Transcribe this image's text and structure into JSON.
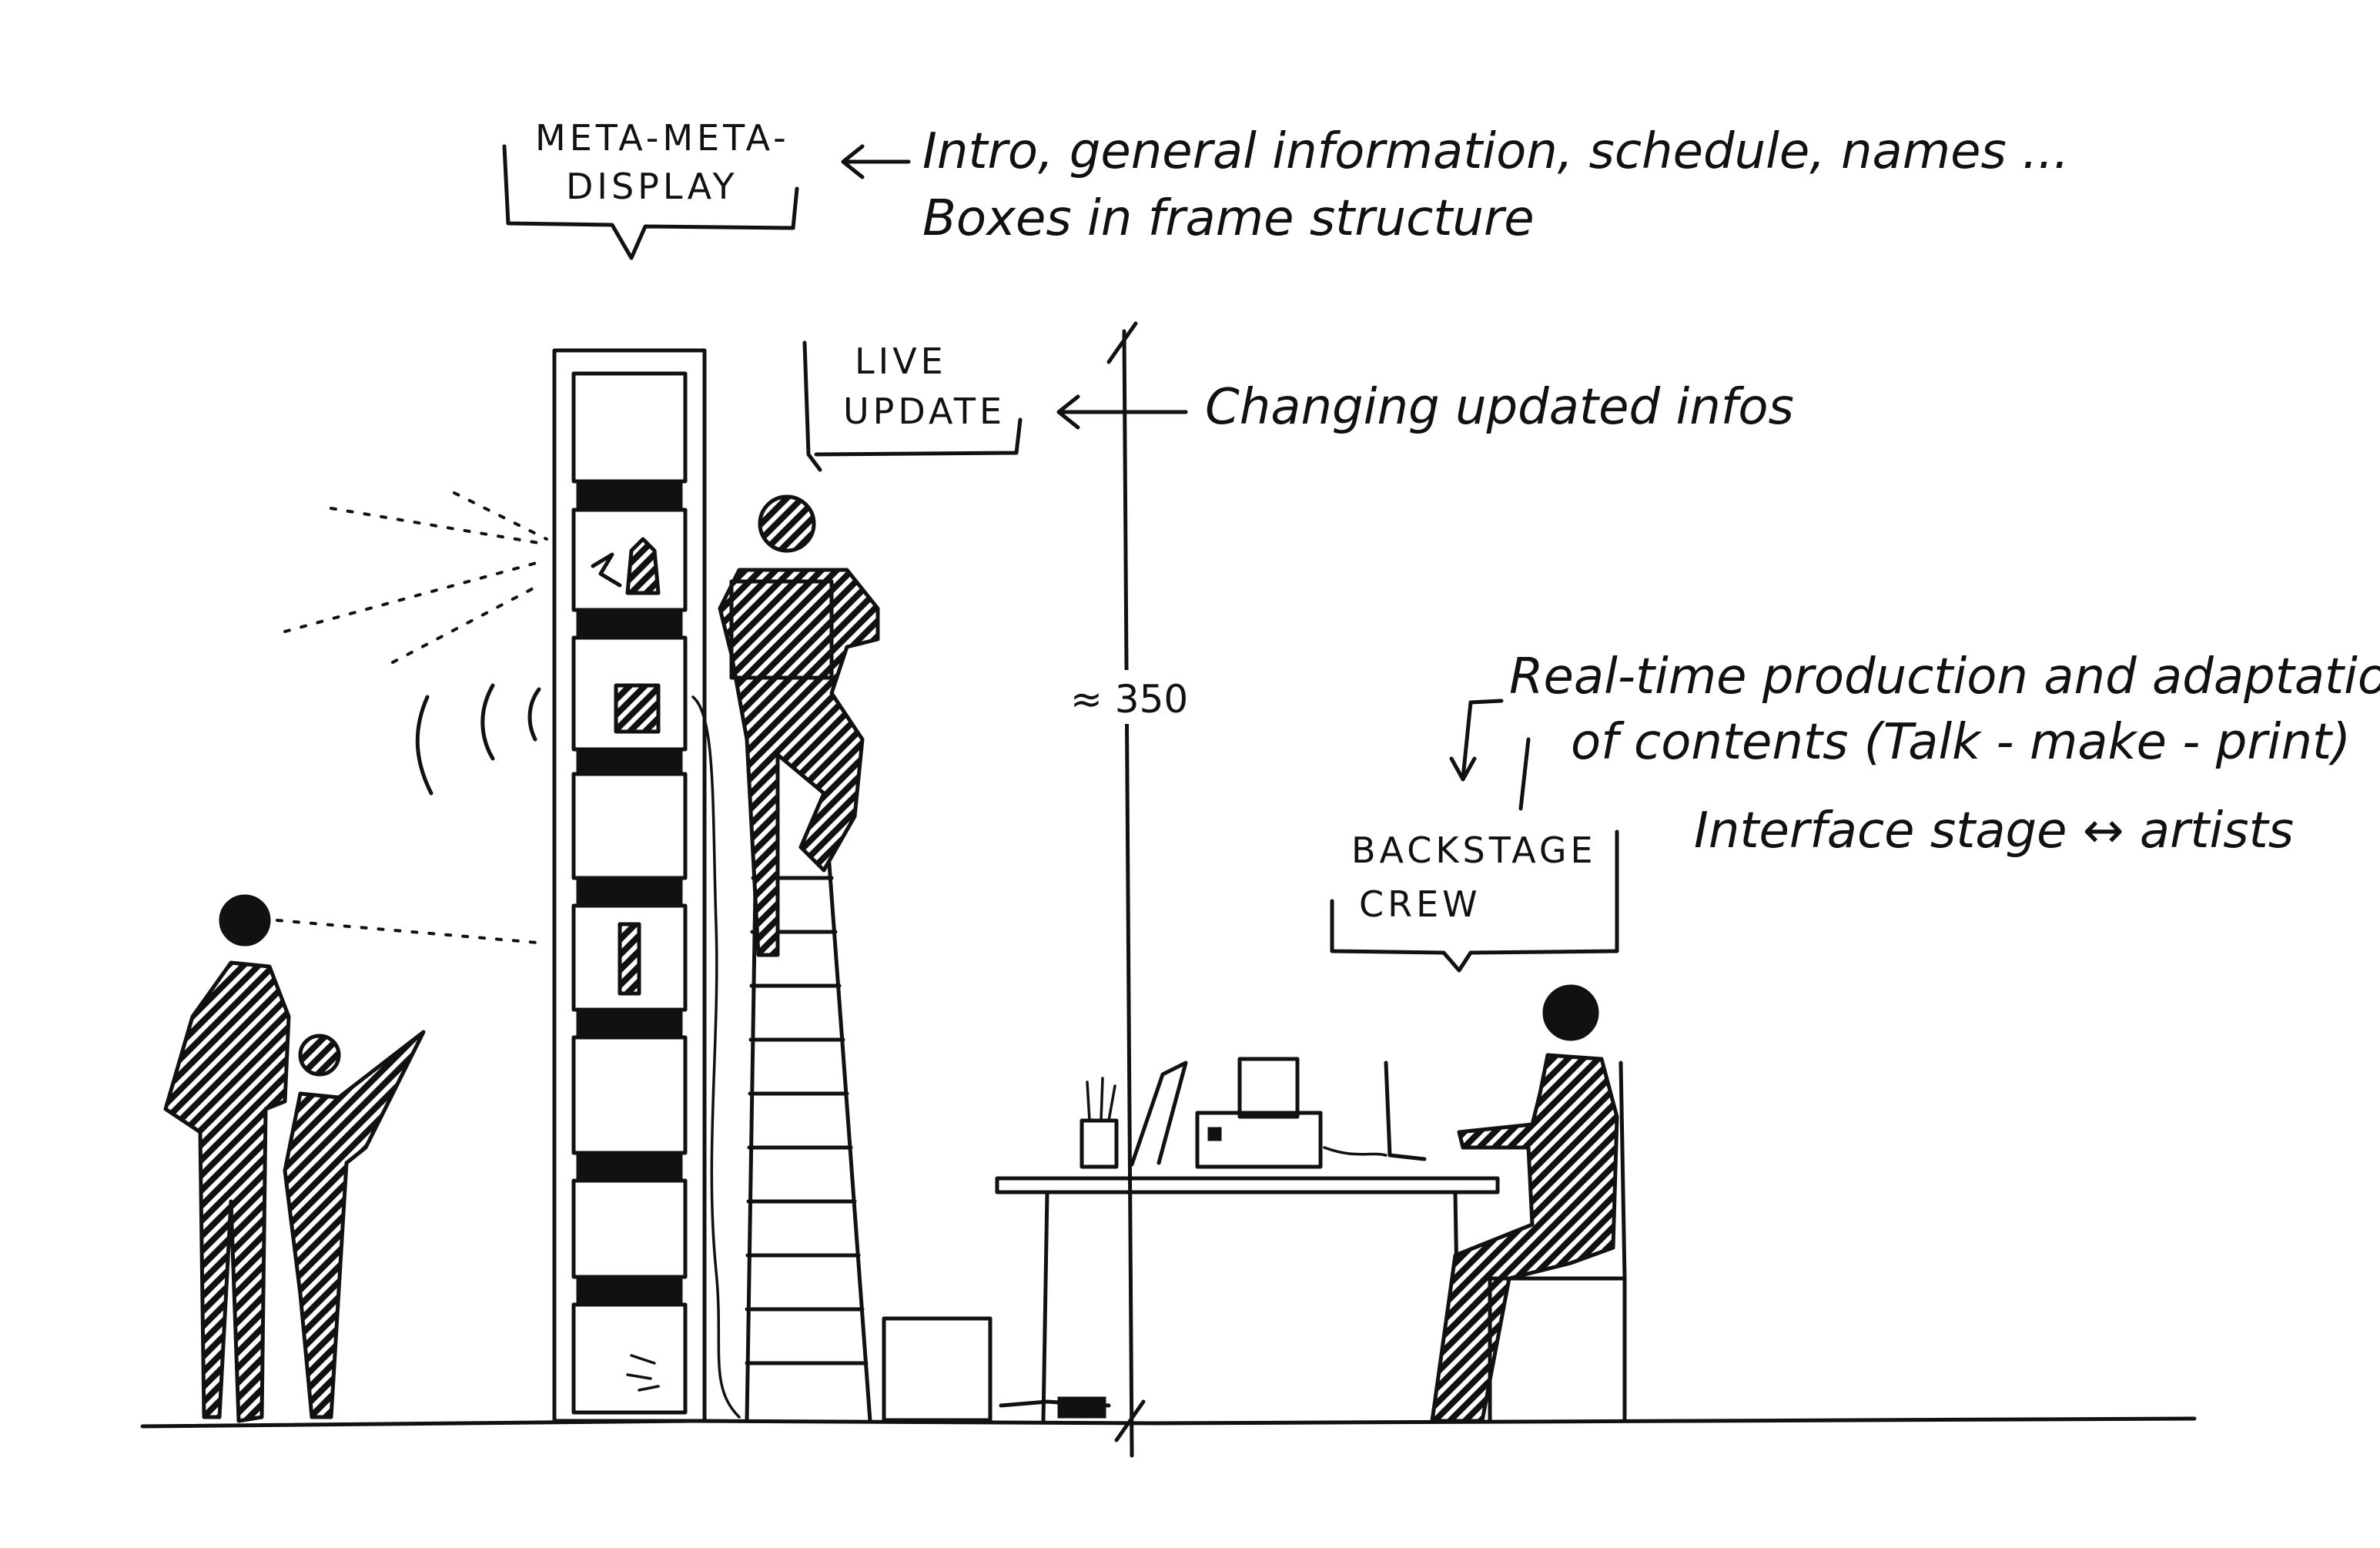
{
  "labels": {
    "meta_display_line1": "META-META-",
    "meta_display_line2": "DISPLAY",
    "live_update_line1": "LIVE",
    "live_update_line2": "UPDATE",
    "backstage_line1": "BACKSTAGE",
    "backstage_line2": "CREW"
  },
  "notes": {
    "intro_line1": "Intro, general information, schedule, names ...",
    "intro_line2": "Boxes in frame structure",
    "changing": "Changing updated infos",
    "realtime_line1": "Real-time production and adaptation",
    "realtime_line2": "of contents (Talk - make - print)",
    "interface": "Interface stage ↔ artists"
  },
  "dimension": {
    "height": "≈ 350"
  },
  "colors": {
    "ink": "#111111",
    "paper": "#ffffff"
  }
}
